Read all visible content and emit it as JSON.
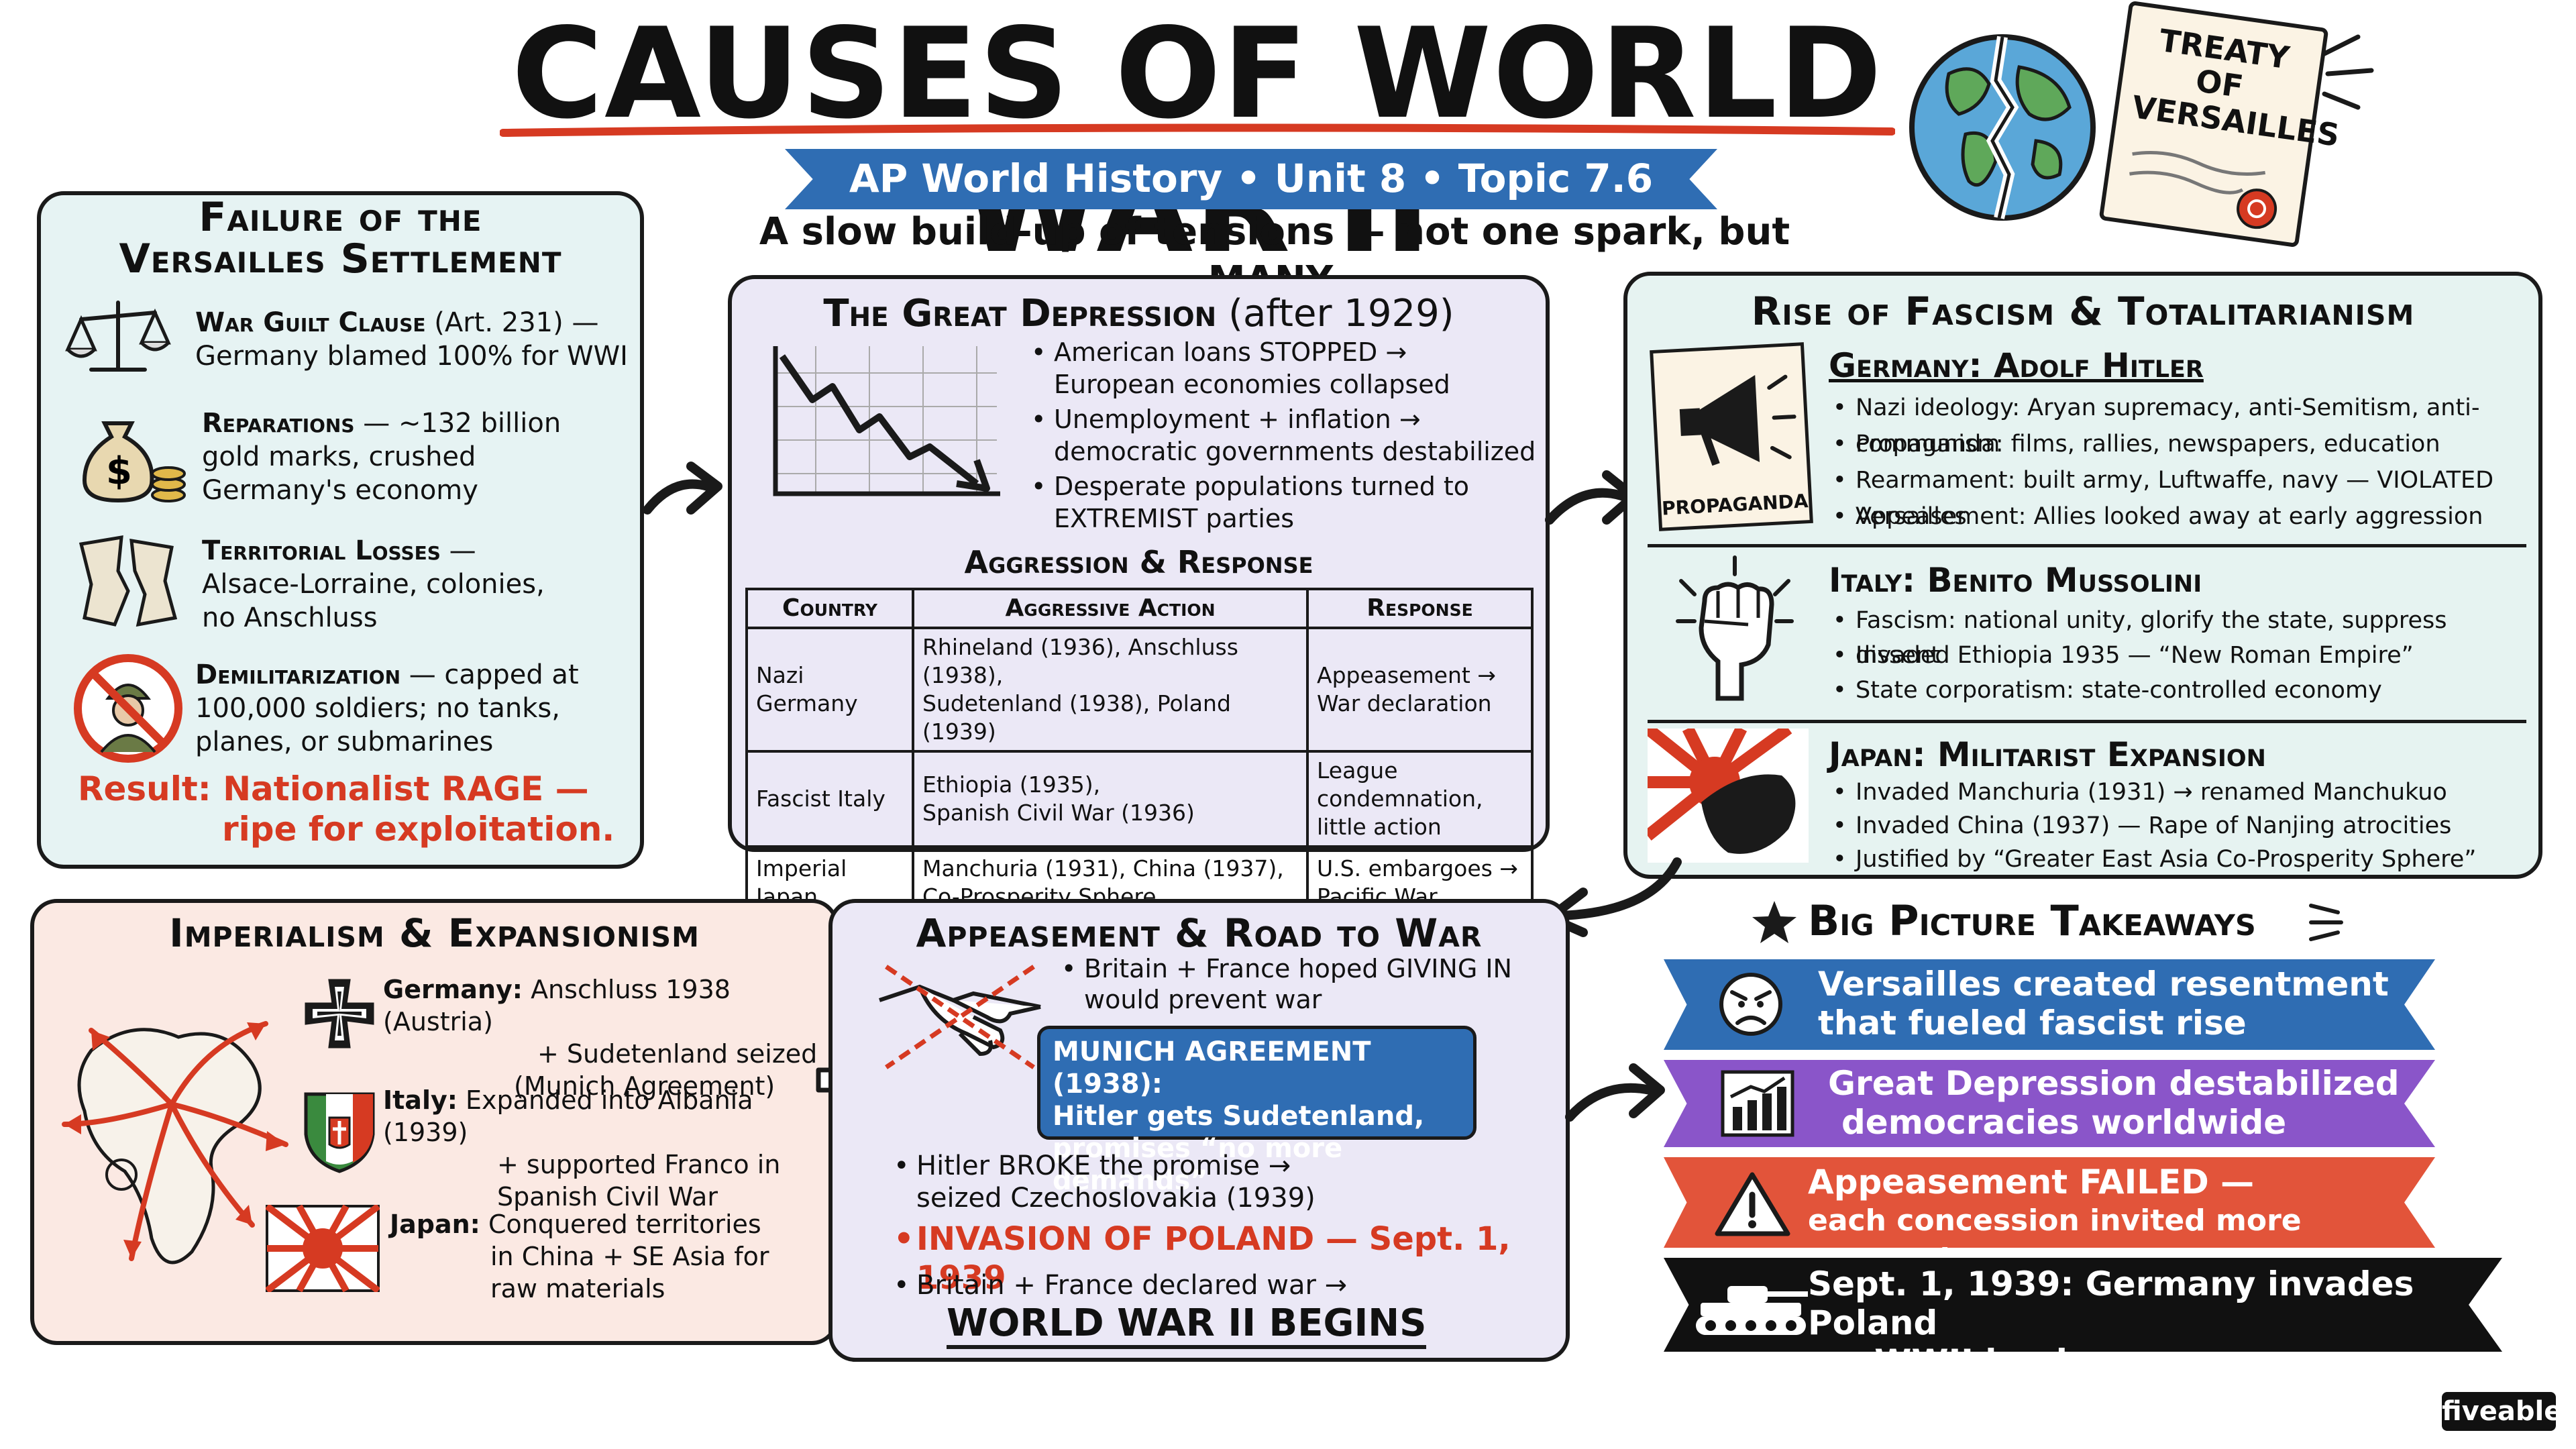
{
  "header": {
    "title": "CAUSES OF WORLD WAR II",
    "subtitle": "AP World History • Unit 8 • Topic 7.6",
    "tagline": "A slow build-up of tensions — not one spark, but MANY.",
    "treaty_label": "TREATY OF VERSAILLES"
  },
  "versailles": {
    "title_line1": "Failure of the",
    "title_line2": "Versailles Settlement",
    "items": [
      {
        "head": "War Guilt Clause",
        "rest": "(Art. 231) —",
        "line2": "Germany blamed 100% for WWI",
        "line3": ""
      },
      {
        "head": "Reparations",
        "rest": "— ~132 billion",
        "line2": "gold marks, crushed",
        "line3": "Germany's economy"
      },
      {
        "head": "Territorial Losses",
        "rest": "—",
        "line2": "Alsace-Lorraine, colonies,",
        "line3": "no Anschluss"
      },
      {
        "head": "Demilitarization",
        "rest": "— capped at",
        "line2": "100,000 soldiers; no tanks,",
        "line3": "planes, or submarines"
      }
    ],
    "result_line1": "Result: Nationalist RAGE —",
    "result_line2": "ripe for exploitation."
  },
  "depression": {
    "title": "The Great Depression",
    "title_suffix": "(after 1929)",
    "bullets": [
      {
        "l1": "American loans STOPPED →",
        "l2": "European economies collapsed"
      },
      {
        "l1": "Unemployment + inflation →",
        "l2": "democratic governments destabilized"
      },
      {
        "l1": "Desperate populations turned to",
        "l2": "EXTREMIST parties"
      }
    ],
    "table_title": "Aggression & Response",
    "table": {
      "headers": [
        "Country",
        "Aggressive Action",
        "Response"
      ],
      "rows": [
        {
          "country": "Nazi Germany",
          "action_l1": "Rhineland (1936), Anschluss (1938),",
          "action_l2": "Sudetenland (1938), Poland (1939)",
          "resp_l1": "Appeasement →",
          "resp_l2": "War declaration"
        },
        {
          "country": "Fascist Italy",
          "action_l1": "Ethiopia (1935),",
          "action_l2": "Spanish Civil War (1936)",
          "resp_l1": "League condemnation,",
          "resp_l2": "little action"
        },
        {
          "country": "Imperial Japan",
          "action_l1": "Manchuria (1931), China (1937),",
          "action_l2": "Co-Prosperity Sphere",
          "resp_l1": "U.S. embargoes →",
          "resp_l2": "Pacific War"
        }
      ]
    }
  },
  "fascism": {
    "title": "Rise of Fascism & Totalitarianism",
    "propaganda_label": "PROPAGANDA",
    "germany": {
      "head": "Germany: Adolf Hitler",
      "bullets": [
        "Nazi ideology: Aryan supremacy, anti-Semitism, anti-communism",
        "Propaganda: films, rallies, newspapers, education",
        "Rearmament: built army, Luftwaffe, navy — VIOLATED Versailles",
        "Appeasement: Allies looked away at early aggression"
      ]
    },
    "italy": {
      "head": "Italy: Benito Mussolini",
      "bullets": [
        "Fascism: national unity, glorify the state, suppress dissent",
        "Invaded Ethiopia 1935 — “New Roman Empire”",
        "State corporatism: state-controlled economy"
      ]
    },
    "japan": {
      "head": "Japan: Militarist Expansion",
      "bullets": [
        "Invaded Manchuria (1931) → renamed Manchukuo",
        "Invaded China (1937) — Rape of Nanjing atrocities",
        "Justified by “Greater East Asia Co-Prosperity Sphere”"
      ]
    }
  },
  "imperialism": {
    "title": "Imperialism & Expansionism",
    "items": [
      {
        "country": "Germany:",
        "l1": "Anschluss 1938 (Austria)",
        "l2": "+ Sudetenland seized",
        "l3": "(Munich Agreement)"
      },
      {
        "country": "Italy:",
        "l1": "Expanded into Albania (1939)",
        "l2": "+ supported Franco in",
        "l3": "Spanish Civil War"
      },
      {
        "country": "Japan:",
        "l1": "Conquered territories",
        "l2": "in China + SE Asia for",
        "l3": "raw materials"
      }
    ]
  },
  "appeasement": {
    "title": "Appeasement & Road to War",
    "b1_l1": "Britain + France hoped GIVING IN",
    "b1_l2": "would prevent war",
    "munich_l1": "MUNICH AGREEMENT (1938):",
    "munich_l2": "Hitler gets Sudetenland,",
    "munich_l3": "promises “no more demands”",
    "b2_l1": "Hitler BROKE the promise →",
    "b2_l2": "seized Czechoslovakia (1939)",
    "b3": "INVASION OF POLAND — Sept. 1, 1939",
    "b4": "Britain + France declared war →",
    "final": "WORLD WAR II BEGINS"
  },
  "takeaways": {
    "title": "Big Picture Takeaways",
    "items": [
      {
        "l1": "Versailles created resentment",
        "l2": "that fueled fascist rise",
        "color": "#2f6db3"
      },
      {
        "l1": "Great Depression destabilized",
        "l2": "democracies worldwide",
        "color": "#8a55c9"
      },
      {
        "l1": "Appeasement FAILED —",
        "l2": "each concession invited more aggression",
        "color": "#e2543a"
      },
      {
        "l1": "Sept. 1, 1939: Germany invades Poland",
        "l2": "→ WWII begins",
        "color": "#111111"
      }
    ]
  },
  "brand": "fiveable",
  "colors": {
    "versailles_bg": "#e6f3f3",
    "depression_bg": "#ebe8f6",
    "fascism_bg": "#e6f3f1",
    "imperialism_bg": "#fbe9e3",
    "appeasement_bg": "#ebe8f6",
    "accent_red": "#d63a22",
    "banner_blue": "#2f6db3"
  }
}
